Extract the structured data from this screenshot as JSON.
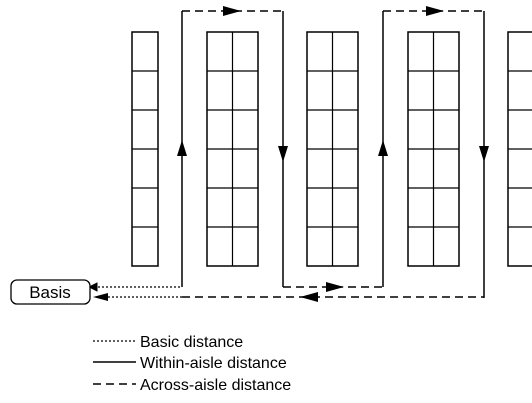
{
  "diagram": {
    "basis_label": "Basis",
    "legend": [
      {
        "style": "dotted",
        "label": "Basic distance"
      },
      {
        "style": "solid",
        "label": "Within-aisle distance"
      },
      {
        "style": "dashed",
        "label": "Across-aisle distance"
      }
    ],
    "colors": {
      "stroke": "#000000",
      "background": "#ffffff"
    }
  }
}
